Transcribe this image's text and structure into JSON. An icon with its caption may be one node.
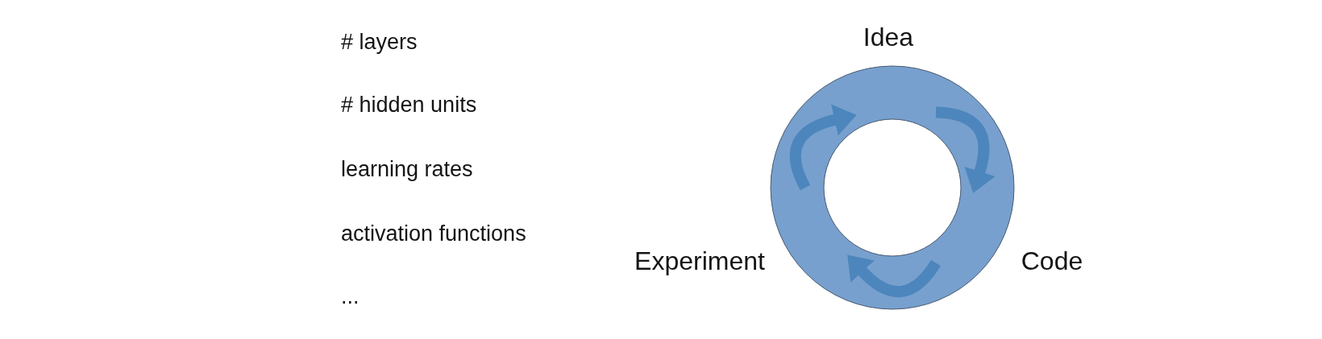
{
  "diagram": {
    "nodes": [
      {
        "text": [
          "Idea"
        ]
      },
      {
        "text": [
          "Experiment"
        ]
      },
      {
        "text": [
          "Code"
        ]
      }
    ],
    "edges": [
      {
        "from": 0,
        "to": 2,
        "arrow": "to"
      },
      {
        "from": 2,
        "to": 1,
        "arrow": "to"
      },
      {
        "from": 1,
        "to": 0,
        "arrow": "to"
      }
    ],
    "labels": [
      "# layers",
      "# hidden units",
      "learning rates",
      "activation functions",
      "..."
    ]
  }
}
